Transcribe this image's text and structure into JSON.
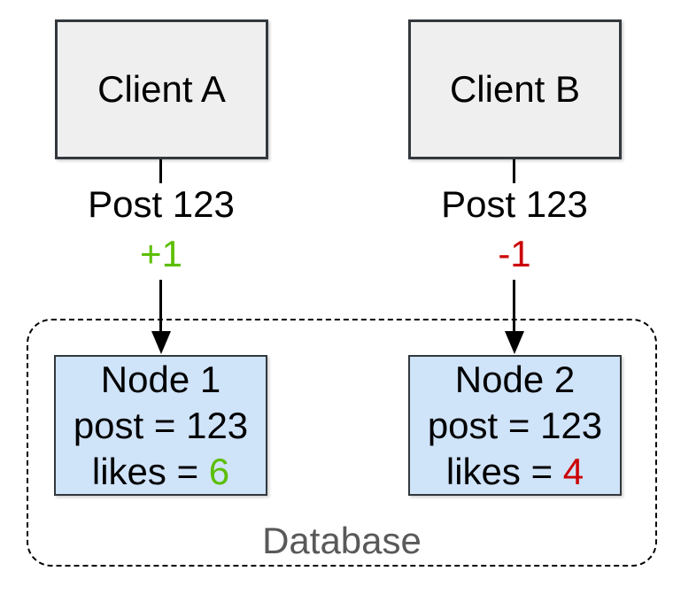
{
  "clients": [
    {
      "label": "Client A"
    },
    {
      "label": "Client B"
    }
  ],
  "edges": [
    {
      "post_label": "Post 123",
      "op_label": "+1",
      "op_color": "#5cbe00"
    },
    {
      "post_label": "Post 123",
      "op_label": "-1",
      "op_color": "#cc0000"
    }
  ],
  "database": {
    "label": "Database",
    "nodes": [
      {
        "title": "Node 1",
        "post_field": "post = 123",
        "likes_label": "likes = ",
        "likes_value": "6",
        "likes_color": "#5cbe00"
      },
      {
        "title": "Node 2",
        "post_field": "post = 123",
        "likes_label": "likes = ",
        "likes_value": "4",
        "likes_color": "#cc0000"
      }
    ]
  },
  "colors": {
    "client_fill": "#efefef",
    "node_fill": "#cfe3f9",
    "shape_border": "#33383d",
    "database_label": "#595959",
    "increment_green": "#5cbe00",
    "decrement_red": "#cc0000"
  }
}
